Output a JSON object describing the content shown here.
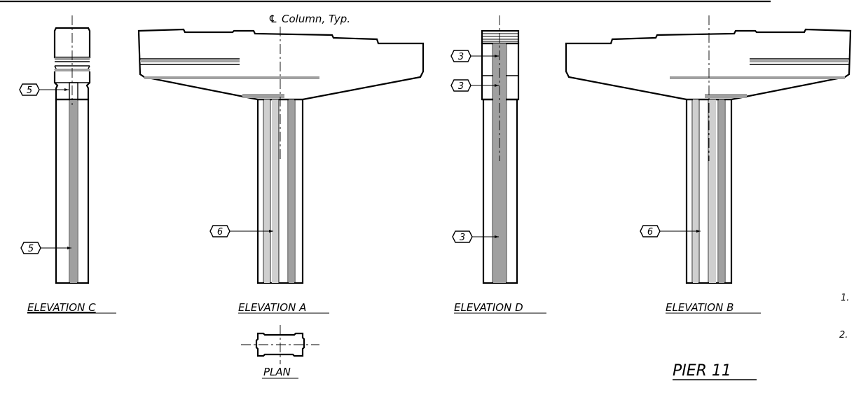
{
  "drawing": {
    "centerline_note": "Column, Typ.",
    "centerline_symbol": "℄",
    "title": "PIER 11",
    "note_numbers": [
      "1.",
      "2."
    ]
  },
  "elevations": [
    {
      "id": "c",
      "label": "ELEVATION C",
      "tags": [
        "5",
        "5"
      ]
    },
    {
      "id": "a",
      "label": "ELEVATION A",
      "tags": [
        "6"
      ]
    },
    {
      "id": "d",
      "label": "ELEVATION D",
      "tags": [
        "3",
        "3",
        "3"
      ]
    },
    {
      "id": "b",
      "label": "ELEVATION B",
      "tags": [
        "6"
      ]
    }
  ],
  "plan": {
    "label": "PLAN"
  },
  "colors": {
    "shade": "#a0a0a0",
    "light_shade": "#cfcfcf"
  }
}
